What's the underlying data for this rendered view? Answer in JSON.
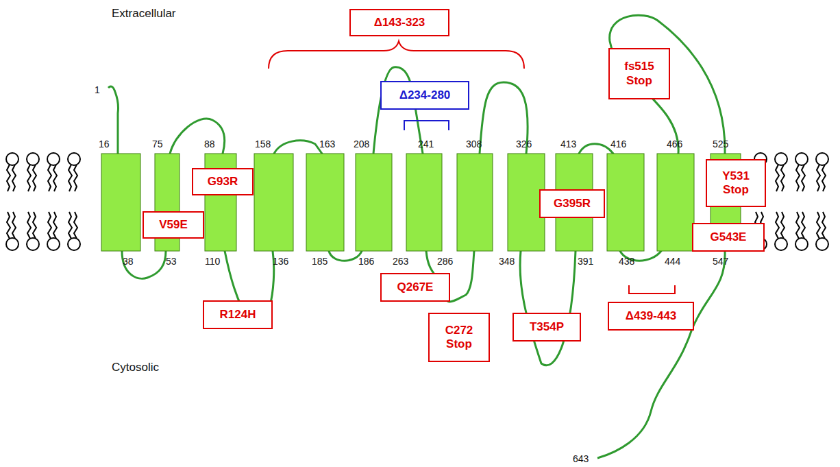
{
  "diagram": {
    "nodes": [
      {
        "text": [
          "Δ143-323"
        ]
      },
      {
        "text": [
          "fs515 Stop"
        ]
      },
      {
        "text": [
          "Δ234-280"
        ]
      },
      {
        "text": [
          "G93R"
        ]
      },
      {
        "text": [
          "Y531 Stop"
        ]
      },
      {
        "text": [
          "V59E"
        ]
      },
      {
        "text": [
          "G395R"
        ]
      },
      {
        "text": [
          "G543E"
        ]
      },
      {
        "text": [
          "Q267E"
        ]
      },
      {
        "text": [
          "R124H"
        ]
      },
      {
        "text": [
          "C272 Stop"
        ]
      },
      {
        "text": [
          "T354P"
        ]
      },
      {
        "text": [
          "Δ439-443"
        ]
      }
    ],
    "labels": [
      "Extracellular",
      "Cytosolic",
      "1",
      "643",
      "16",
      "75",
      "88",
      "158",
      "163",
      "208",
      "241",
      "308",
      "326",
      "413",
      "416",
      "466",
      "525",
      "38",
      "53",
      "110",
      "136",
      "185",
      "186",
      "263",
      "286",
      "348",
      "391",
      "438",
      "444",
      "547"
    ]
  }
}
